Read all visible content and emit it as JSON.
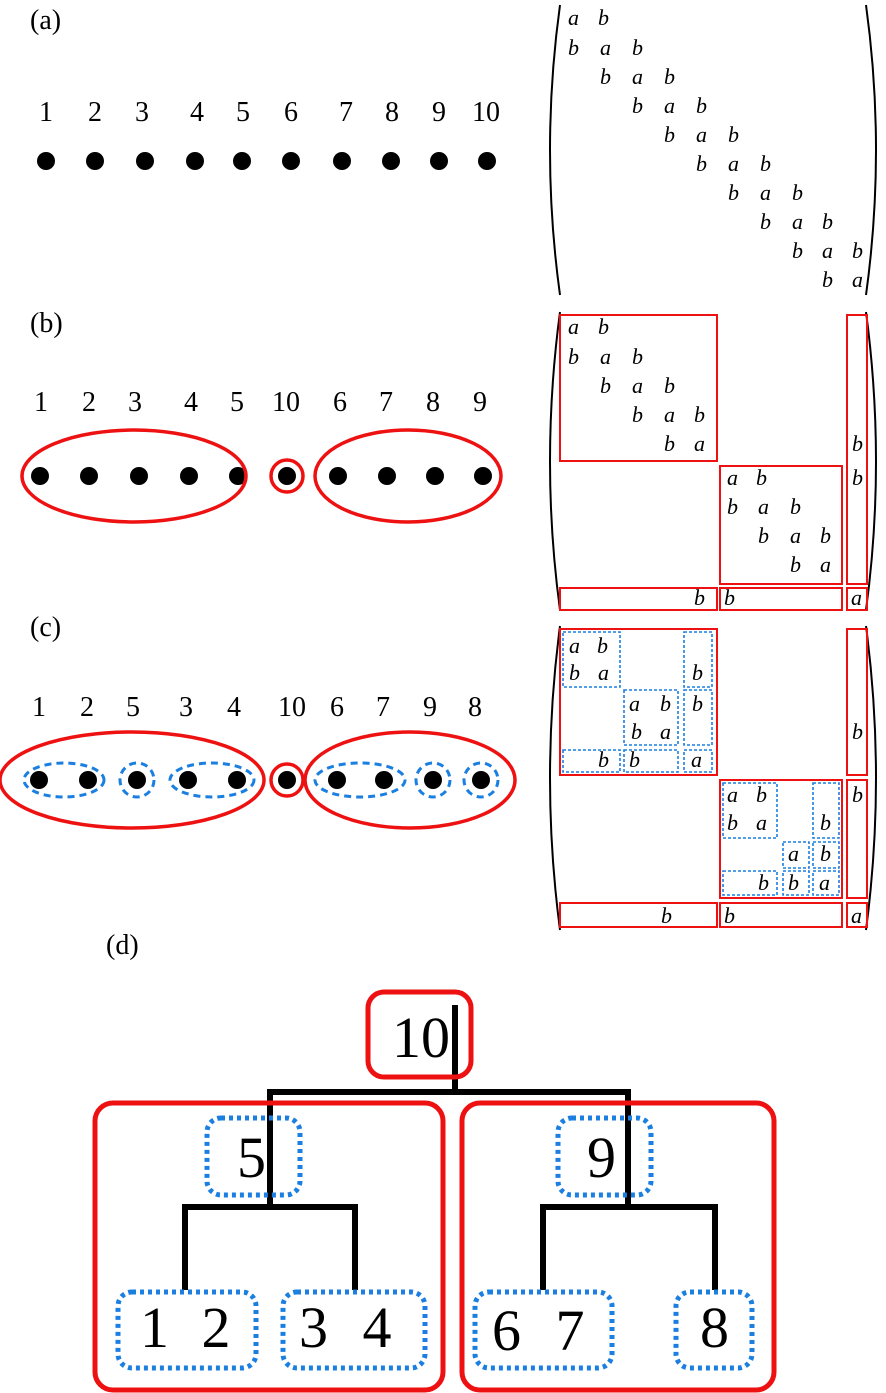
{
  "panels": {
    "a": {
      "label": "(a)",
      "order": [
        "1",
        "2",
        "3",
        "4",
        "5",
        "6",
        "7",
        "8",
        "9",
        "10"
      ]
    },
    "b": {
      "label": "(b)",
      "order": [
        "1",
        "2",
        "3",
        "4",
        "5",
        "10",
        "6",
        "7",
        "8",
        "9"
      ]
    },
    "c": {
      "label": "(c)",
      "order": [
        "1",
        "2",
        "5",
        "3",
        "4",
        "10",
        "6",
        "7",
        "9",
        "8"
      ]
    },
    "d": {
      "label": "(d)",
      "tree": {
        "root": "10",
        "left_sep": "5",
        "right_sep": "9",
        "leaf_left_1": "1 2",
        "leaf_left_2": "3 4",
        "leaf_right_1": "6 7",
        "leaf_right_2": "8"
      }
    }
  },
  "symbols": {
    "a": "a",
    "b": "b"
  },
  "colors": {
    "partition": "#e11",
    "sub_partition": "#1a7fe0",
    "ink": "#000"
  }
}
